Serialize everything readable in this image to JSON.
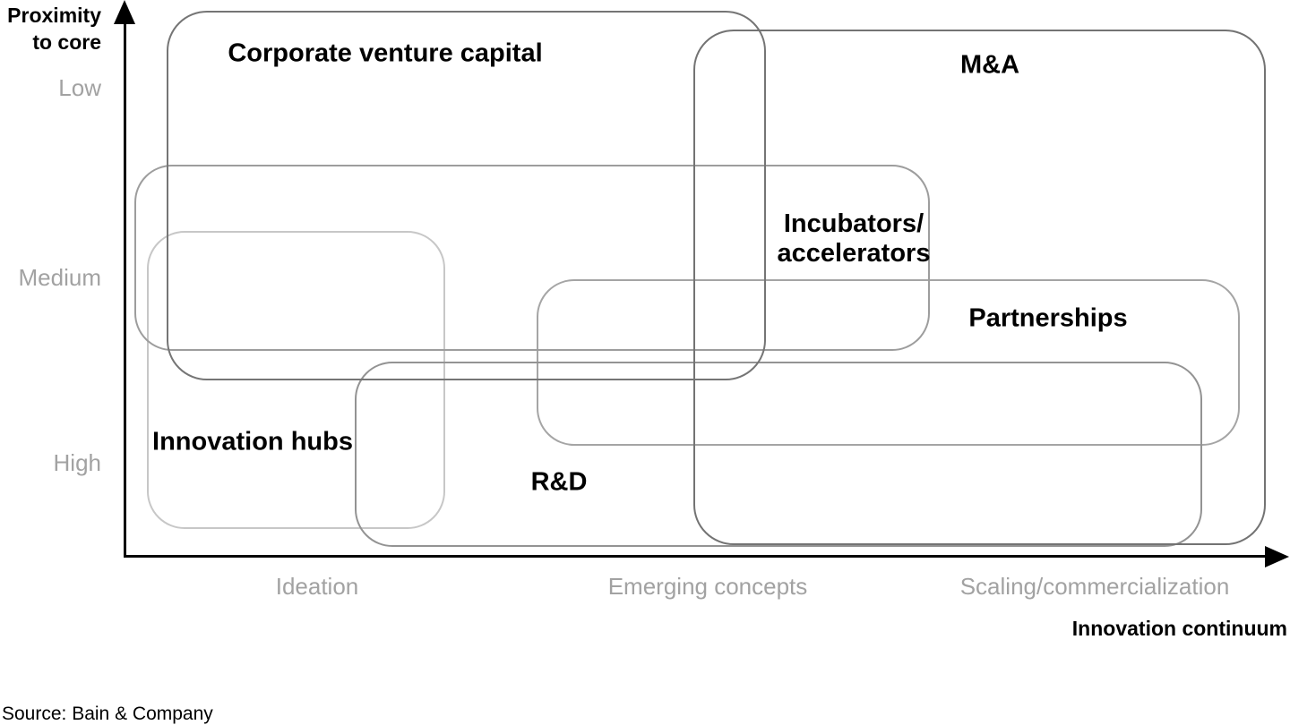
{
  "figure": {
    "y_axis": {
      "title_lines": [
        "Proximity",
        "to core"
      ],
      "tick_labels": [
        "Low",
        "Medium",
        "High"
      ]
    },
    "x_axis": {
      "title": "Innovation continuum",
      "tick_labels": [
        "Ideation",
        "Emerging concepts",
        "Scaling/commercialization"
      ]
    },
    "source_note": "Source: Bain & Company",
    "colors": {
      "axis": "#000000",
      "tick_label_gray": "#a2a2a2",
      "box_stroke_dark": "#737373",
      "box_stroke_medium": "#9d9d9d",
      "box_stroke_light": "#c7c7c7"
    },
    "boxes": [
      {
        "id": "corporate-venture-capital",
        "label": "Corporate venture capital",
        "stroke": "#757575",
        "continuum_span": [
          "Ideation",
          "Emerging concepts"
        ],
        "proximity_span": [
          "Low",
          "Medium"
        ]
      },
      {
        "id": "m-and-a",
        "label": "M&A",
        "stroke": "#737373",
        "continuum_span": [
          "Emerging concepts",
          "Scaling/commercialization"
        ],
        "proximity_span": [
          "Low",
          "High"
        ]
      },
      {
        "id": "incubators-accelerators",
        "label": "Incubators/\naccelerators",
        "stroke": "#9d9d9d",
        "continuum_span": [
          "Ideation",
          "Emerging concepts"
        ],
        "proximity_span": [
          "Medium"
        ]
      },
      {
        "id": "innovation-hubs",
        "label": "Innovation hubs",
        "stroke": "#c7c7c7",
        "continuum_span": [
          "Ideation"
        ],
        "proximity_span": [
          "Medium",
          "High"
        ]
      },
      {
        "id": "partnerships",
        "label": "Partnerships",
        "stroke": "#a5a5a5",
        "continuum_span": [
          "Emerging concepts",
          "Scaling/commercialization"
        ],
        "proximity_span": [
          "Medium"
        ]
      },
      {
        "id": "r-and-d",
        "label": "R&D",
        "stroke": "#939393",
        "continuum_span": [
          "Ideation",
          "Scaling/commercialization"
        ],
        "proximity_span": [
          "High"
        ]
      }
    ]
  }
}
